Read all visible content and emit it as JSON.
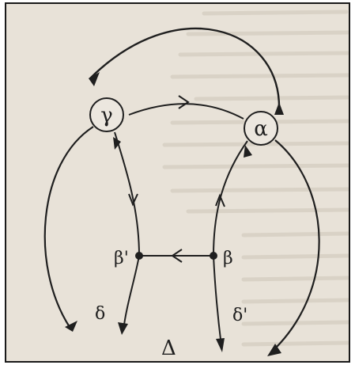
{
  "colors": {
    "paper": "#e8e2d8",
    "ink": "#1f1f1f",
    "bleed_text": "#d9d2c6",
    "border": "#1a1a1a"
  },
  "diagram": {
    "nodes": {
      "gamma": "γ",
      "alpha": "α"
    },
    "points": {
      "beta_prime": "β'",
      "beta": "β"
    },
    "ends": {
      "delta": "δ",
      "delta_prime": "δ'",
      "Delta": "Δ"
    }
  }
}
